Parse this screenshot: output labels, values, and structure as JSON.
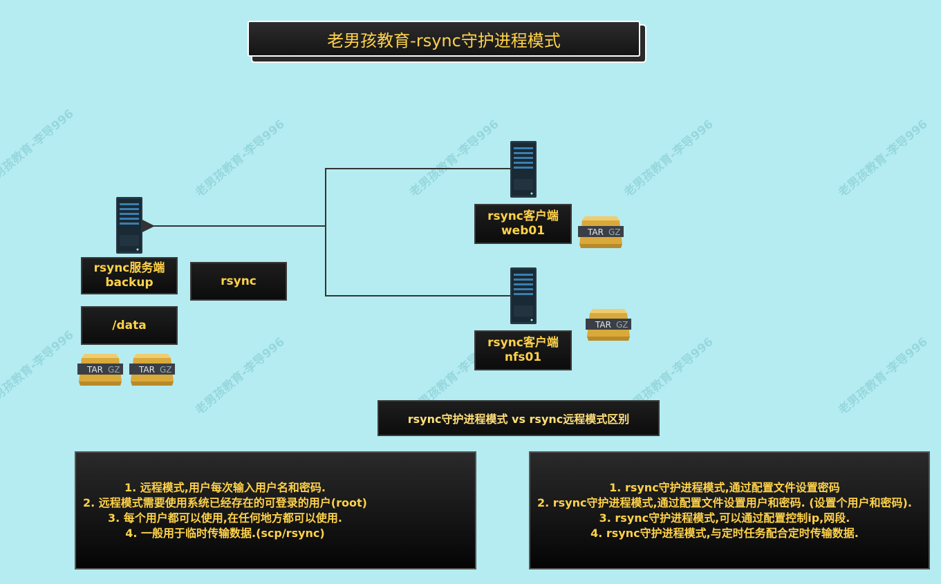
{
  "title": "老男孩教育-rsync守护进程模式",
  "watermark": "老男孩教育-李导996",
  "server_label": {
    "line1": "rsync服务端",
    "line2": "backup"
  },
  "data_dir": "/data",
  "rsync_label": "rsync",
  "client1": {
    "line1": "rsync客户端",
    "line2": "web01"
  },
  "client2": {
    "line1": "rsync客户端",
    "line2": "nfs01"
  },
  "archive": {
    "left": "TAR",
    "right": "GZ"
  },
  "compare_title": "rsync守护进程模式 vs rsync远程模式区别",
  "remote_notes": [
    "1. 远程模式,用户每次输入用户名和密码.",
    "2. 远程模式需要使用系统已经存在的可登录的用户(root)",
    "3. 每个用户都可以使用,在任何地方都可以使用.",
    "4. 一般用于临时传输数据.(scp/rsync)"
  ],
  "daemon_notes": [
    "1. rsync守护进程模式,通过配置文件设置密码",
    "2. rsync守护进程模式,通过配置文件设置用户和密码. (设置个用户和密码).",
    "3. rsync守护进程模式,可以通过配置控制ip,网段.",
    "4. rsync守护进程模式,与定时任务配合定时传输数据."
  ],
  "colors": {
    "background": "#b5ecf1",
    "label_text": "#ffd24a",
    "box": "#121212"
  }
}
